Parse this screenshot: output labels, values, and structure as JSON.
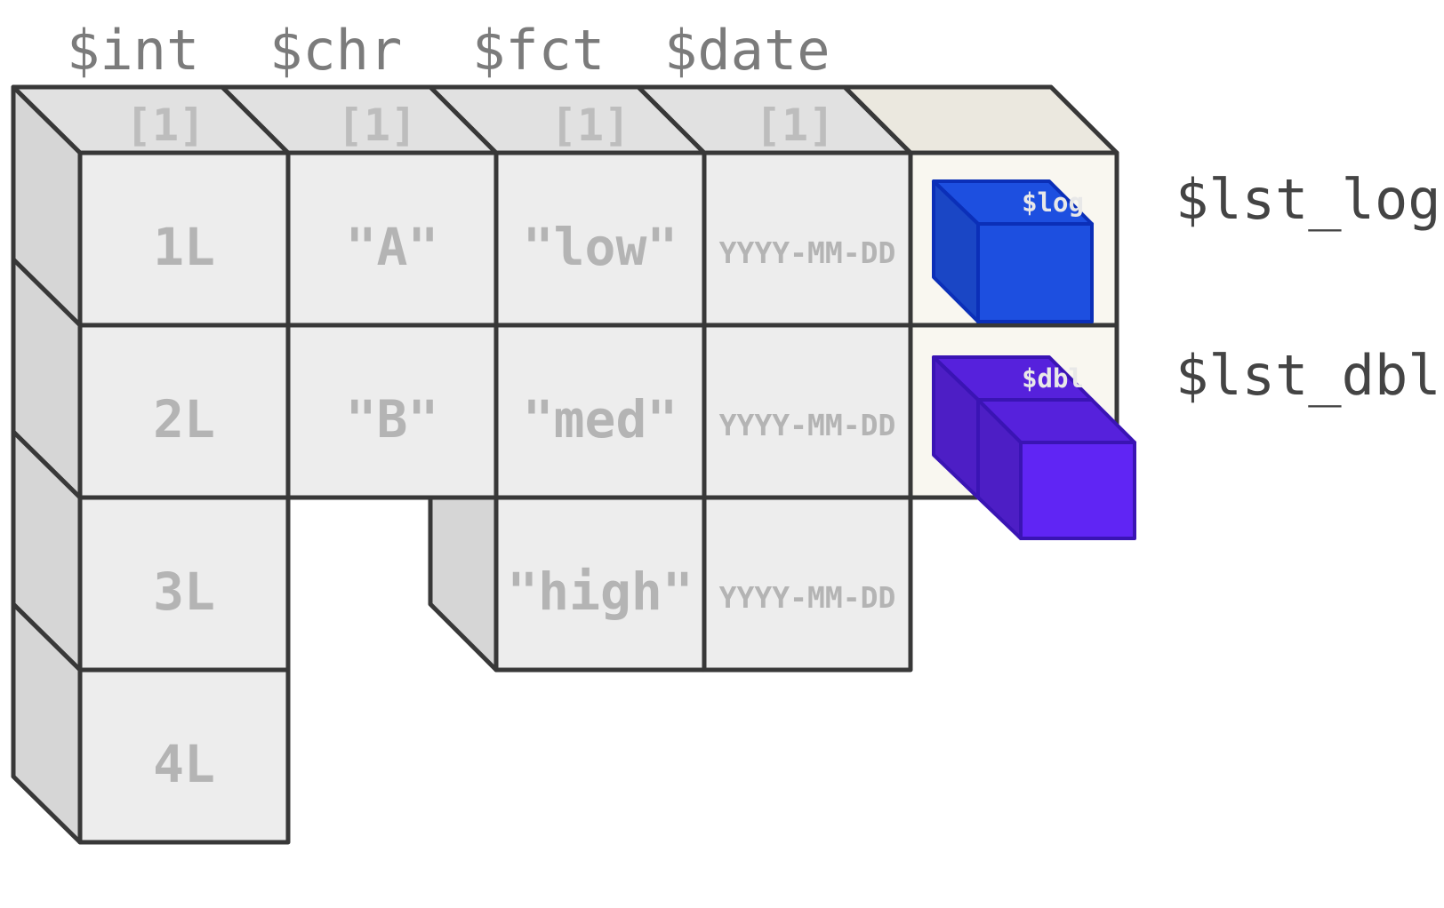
{
  "columns": [
    "$int",
    "$chr",
    "$fct",
    "$date"
  ],
  "header_index": [
    "[1]",
    "[1]",
    "[1]",
    "[1]"
  ],
  "int_values": [
    "1L",
    "2L",
    "3L",
    "4L"
  ],
  "chr_values": [
    "\"A\"",
    "\"B\""
  ],
  "fct_values": [
    "\"low\"",
    "\"med\"",
    "\"high\""
  ],
  "date_values": [
    "YYYY-MM-DD",
    "YYYY-MM-DD",
    "YYYY-MM-DD"
  ],
  "list_column": {
    "rows": [
      {
        "label": "$lst_log",
        "cube_label": "$log",
        "color": "#1d4fe0"
      },
      {
        "label": "$lst_dbl",
        "cube_label": "$dbl",
        "color": "#5b23e8"
      }
    ]
  }
}
